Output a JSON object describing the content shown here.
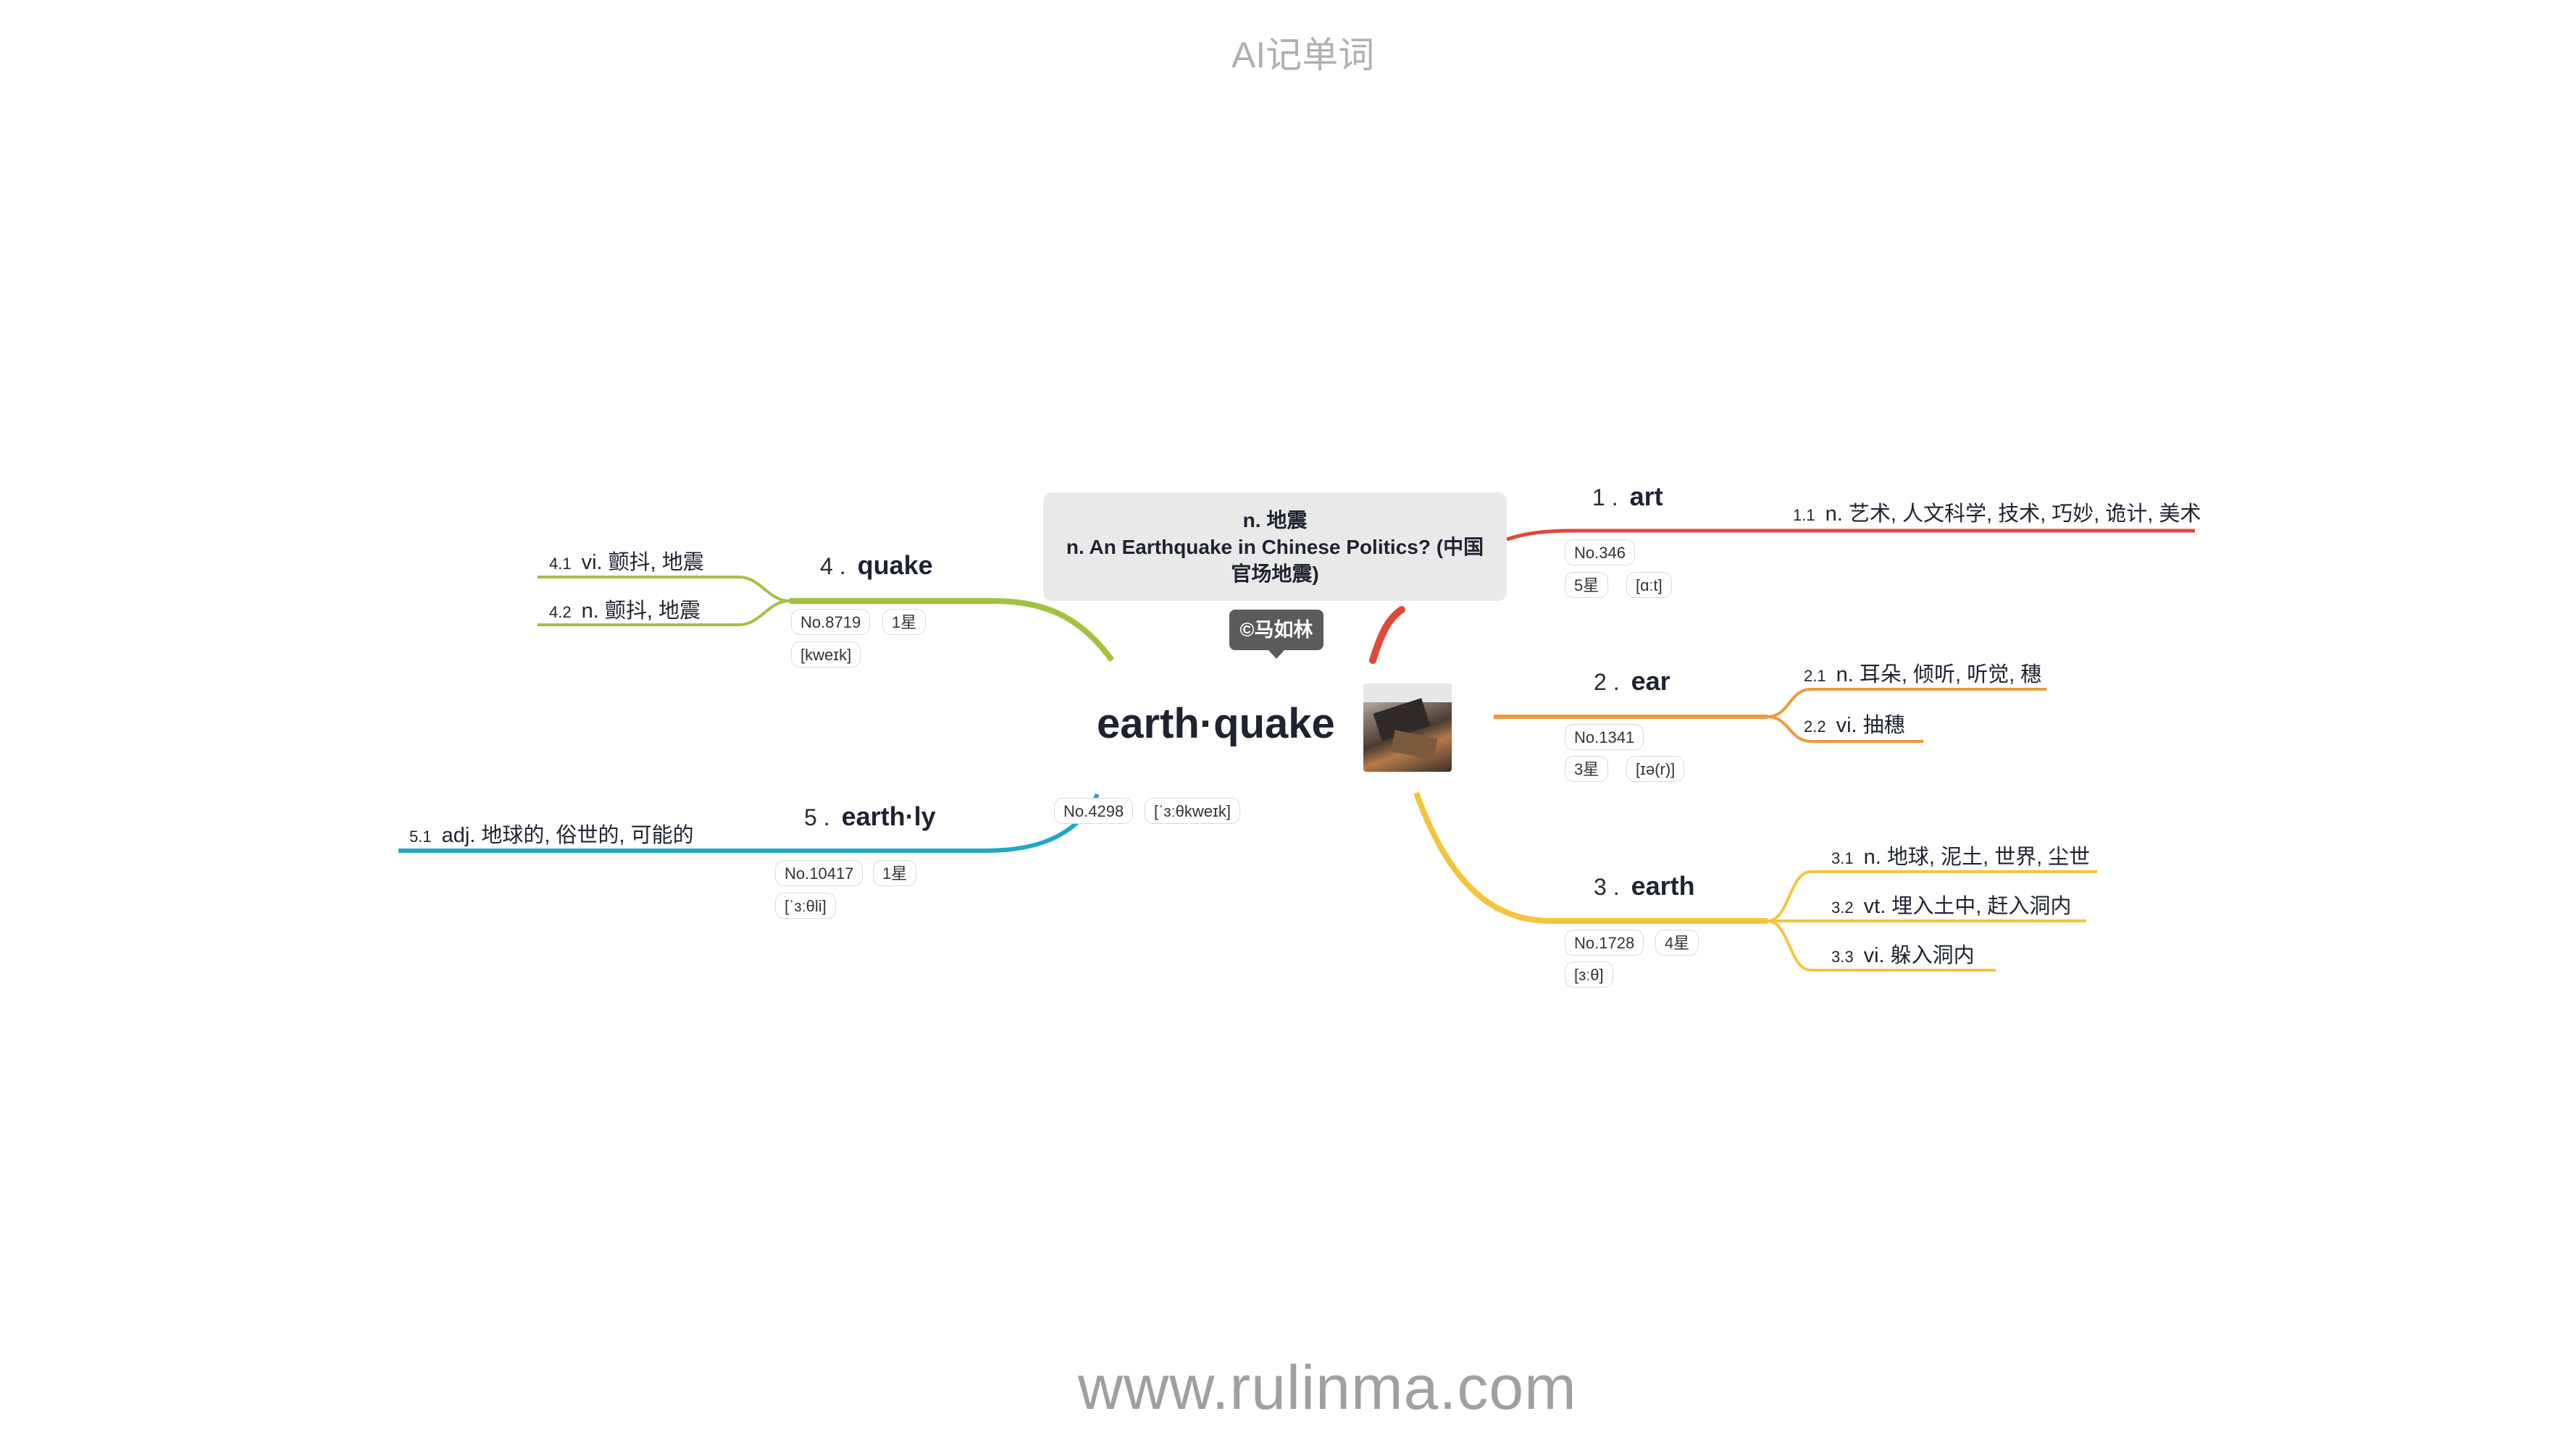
{
  "header": {
    "title": "AI记单词"
  },
  "footer": {
    "site": "www.rulinma.com"
  },
  "root": {
    "word": "earth·quake",
    "definition_lines": [
      "n. 地震",
      "n. An Earthquake in Chinese Politics? (中国",
      "官场地震)"
    ],
    "author": "©马如林",
    "rank": "No.4298",
    "phonetic": "[ˈɜːθkweɪk]"
  },
  "branches": [
    {
      "num": "1 .",
      "word": "art",
      "color": "#e2473a",
      "rank": "No.346",
      "stars": "5星",
      "phonetic": "[ɑːt]",
      "senses": [
        {
          "n": "1.1",
          "text": "n. 艺术, 人文科学, 技术, 巧妙, 诡计, 美术"
        }
      ]
    },
    {
      "num": "2 .",
      "word": "ear",
      "color": "#ec9a3a",
      "rank": "No.1341",
      "stars": "3星",
      "phonetic": "[ɪə(r)]",
      "senses": [
        {
          "n": "2.1",
          "text": "n. 耳朵, 倾听, 听觉, 穗"
        },
        {
          "n": "2.2",
          "text": "vi. 抽穗"
        }
      ]
    },
    {
      "num": "3 .",
      "word": "earth",
      "color": "#f3c43c",
      "rank": "No.1728",
      "stars": "4星",
      "phonetic": "[ɜːθ]",
      "senses": [
        {
          "n": "3.1",
          "text": "n. 地球, 泥土, 世界, 尘世"
        },
        {
          "n": "3.2",
          "text": "vt. 埋入土中, 赶入洞内"
        },
        {
          "n": "3.3",
          "text": "vi. 躲入洞内"
        }
      ]
    },
    {
      "num": "4 .",
      "word": "quake",
      "color": "#a3c140",
      "rank": "No.8719",
      "stars": "1星",
      "phonetic": "[kweɪk]",
      "senses": [
        {
          "n": "4.1",
          "text": "vi. 颤抖, 地震"
        },
        {
          "n": "4.2",
          "text": "n. 颤抖, 地震"
        }
      ]
    },
    {
      "num": "5 .",
      "word": "earth·ly",
      "color": "#1fa7c4",
      "rank": "No.10417",
      "stars": "1星",
      "phonetic": "[ˈɜːθli]",
      "senses": [
        {
          "n": "5.1",
          "text": "adj. 地球的, 俗世的, 可能的"
        }
      ]
    }
  ]
}
